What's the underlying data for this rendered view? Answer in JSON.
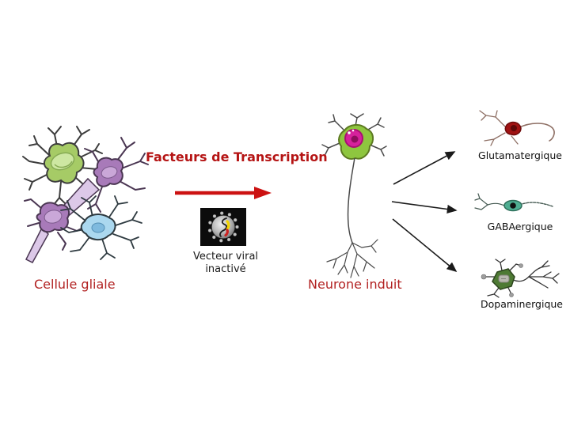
{
  "diagram": {
    "source_label": "Cellule gliale",
    "process_title": "Facteurs de Transcription",
    "vector_caption_line1": "Vecteur viral",
    "vector_caption_line2": "inactivé",
    "result_label": "Neurone induit",
    "outcomes": [
      {
        "label": "Glutamatergique"
      },
      {
        "label": "GABAergique"
      },
      {
        "label": "Dopaminergique"
      }
    ],
    "colors": {
      "label_red": "#b22222",
      "title_red": "#b51414",
      "arrow_red": "#cc1111",
      "arrow_black": "#1a1a1a",
      "glial_green": "#a6cb66",
      "glial_green_nucleus": "#cde7a2",
      "glial_purple": "#a87ab9",
      "glial_purple_nucleus": "#caa7d8",
      "glial_blue": "#abd8ef",
      "glial_blue_nucleus": "#7fbade",
      "induced_soma_green": "#8ec63f",
      "induced_nucleus_magenta": "#d6219c",
      "glutamatergic_red": "#a01212",
      "gabaergic_teal": "#4fae92",
      "dopaminergic_green": "#4e7a34",
      "virus_background": "#0c0c0c",
      "virus_genome_yellow": "#f2d400",
      "virus_genome_red": "#cc2222"
    }
  }
}
